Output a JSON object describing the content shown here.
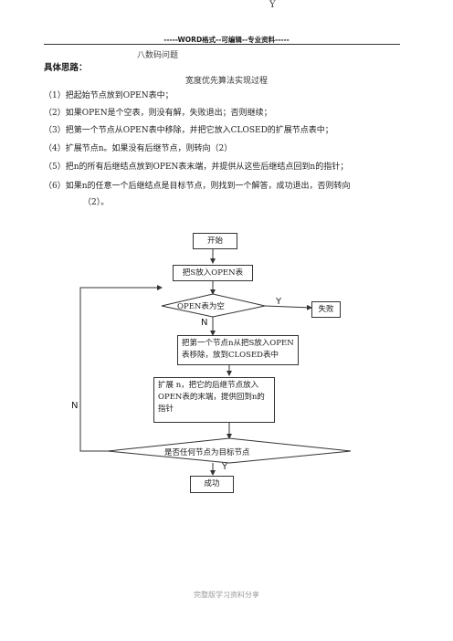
{
  "top_mark": "Y",
  "header": "-----WORD格式--可编辑--专业资料-----",
  "problem_title": "八数码问题",
  "section_label": "具体思路：",
  "algo_title": "宽度优先算法实现过程",
  "steps": [
    "（1）把起始节点放到OPEN表中；",
    "（2）如果OPEN是个空表，则没有解，失败退出；否则继续；",
    "（3）把第一个节点从OPEN表中移除，并把它放入CLOSED的扩展节点表中；",
    "（4）扩展节点n。如果没有后继节点，则转向（2）",
    "（5）把n的所有后继结点放到OPEN表末端，并提供从这些后继结点回到n的指针；",
    "（6）如果n的任意一个后继结点是目标节点，则找到一个解答，成功退出，否则转向",
    "（2）。"
  ],
  "flowchart": {
    "start": "开始",
    "put_s": "把S放入OPEN表",
    "open_empty": "OPEN表为空",
    "fail": "失败",
    "remove_first": "把第一个节点n从把S放入OPEN表移除，放到CLOSED表中",
    "expand": "扩展  n，把它的后继节点放入OPEN表的末端，提供回到n的指针",
    "is_goal": "是否任何节点为目标节点",
    "success": "成功",
    "label_y1": "Y",
    "label_n1": "N",
    "label_n2": "N",
    "label_y2": "Y"
  },
  "footer": "完整版学习资料分享"
}
